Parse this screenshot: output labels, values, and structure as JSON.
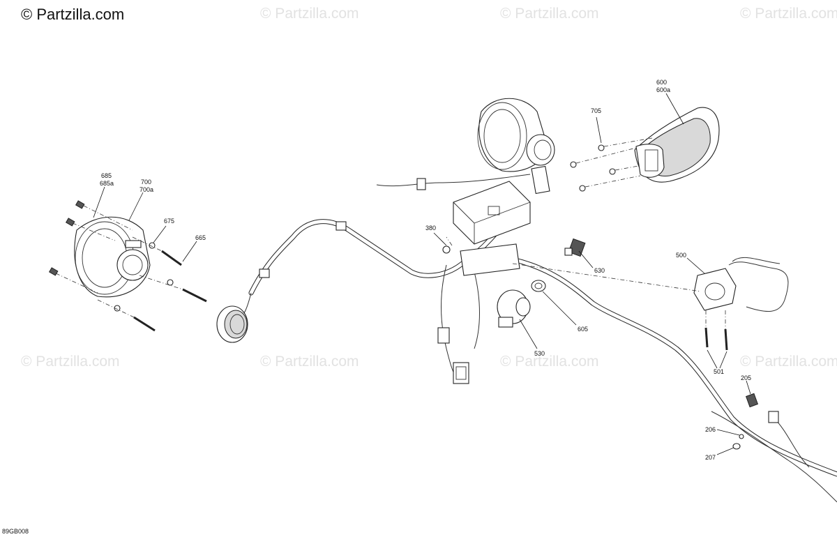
{
  "brand": "© Partzilla.com",
  "watermark": "© Partzilla.com",
  "diagram_code": "89GB008",
  "callouts": {
    "c600": "600",
    "c600a": "600a",
    "c705": "705",
    "c685": "685",
    "c685a": "685a",
    "c700": "700",
    "c700a": "700a",
    "c675": "675",
    "c665": "665",
    "c380": "380",
    "c630": "630",
    "c500": "500",
    "c605": "605",
    "c530": "530",
    "c501": "501",
    "c205": "205",
    "c206": "206",
    "c207": "207"
  }
}
